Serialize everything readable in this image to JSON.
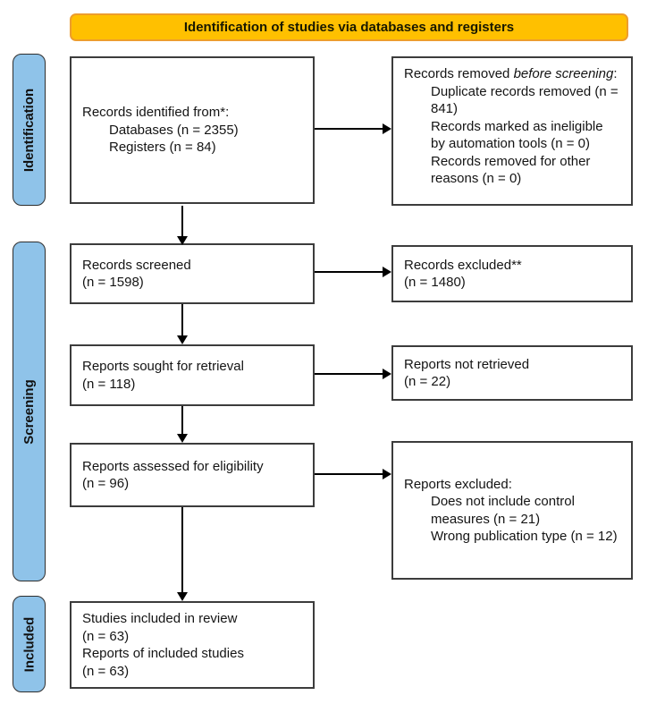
{
  "banner": {
    "label": "Identification of studies via databases and registers"
  },
  "sidebar": {
    "items": [
      {
        "label": "Identification"
      },
      {
        "label": "Screening"
      },
      {
        "label": "Included"
      }
    ]
  },
  "colors": {
    "banner_fill": "#FFC000",
    "banner_border": "#ED9D2D",
    "sidebar_fill": "#8FC3E9",
    "sidebar_border": "#2E2E2E",
    "box_border": "#3C3C3C",
    "arrow_color": "#000000",
    "text_color": "#141414"
  },
  "boxes": {
    "identified": {
      "lines": [
        {
          "indent": 0,
          "segments": [
            {
              "text": "Records identified from*:"
            }
          ]
        },
        {
          "indent": 1,
          "segments": [
            {
              "text": "Databases (n = 2355)"
            }
          ]
        },
        {
          "indent": 1,
          "segments": [
            {
              "text": "Registers (n = 84)"
            }
          ]
        }
      ]
    },
    "removed": {
      "lines": [
        {
          "indent": 0,
          "segments": [
            {
              "text": "Records removed "
            },
            {
              "text": "before screening",
              "italic": true
            },
            {
              "text": ":"
            }
          ]
        },
        {
          "indent": 1,
          "segments": [
            {
              "text": "Duplicate records removed (n = 841)"
            }
          ]
        },
        {
          "indent": 1,
          "segments": [
            {
              "text": "Records marked as ineligible by automation tools (n = 0)"
            }
          ]
        },
        {
          "indent": 1,
          "segments": [
            {
              "text": "Records removed for other reasons (n = 0)"
            }
          ]
        }
      ]
    },
    "screened": {
      "lines": [
        {
          "indent": 0,
          "segments": [
            {
              "text": "Records screened"
            }
          ]
        },
        {
          "indent": 0,
          "segments": [
            {
              "text": "(n = 1598)"
            }
          ]
        }
      ]
    },
    "excluded": {
      "lines": [
        {
          "indent": 0,
          "segments": [
            {
              "text": "Records excluded**"
            }
          ]
        },
        {
          "indent": 0,
          "segments": [
            {
              "text": "(n = 1480)"
            }
          ]
        }
      ]
    },
    "sought": {
      "lines": [
        {
          "indent": 0,
          "segments": [
            {
              "text": "Reports sought for retrieval"
            }
          ]
        },
        {
          "indent": 0,
          "segments": [
            {
              "text": "(n = 118)"
            }
          ]
        }
      ]
    },
    "not_retrieved": {
      "lines": [
        {
          "indent": 0,
          "segments": [
            {
              "text": "Reports not retrieved"
            }
          ]
        },
        {
          "indent": 0,
          "segments": [
            {
              "text": "(n = 22)"
            }
          ]
        }
      ]
    },
    "assessed": {
      "lines": [
        {
          "indent": 0,
          "segments": [
            {
              "text": "Reports assessed for eligibility"
            }
          ]
        },
        {
          "indent": 0,
          "segments": [
            {
              "text": "(n = 96)"
            }
          ]
        }
      ]
    },
    "reports_excluded": {
      "lines": [
        {
          "indent": 0,
          "segments": [
            {
              "text": "Reports excluded:"
            }
          ]
        },
        {
          "indent": 1,
          "segments": [
            {
              "text": "Does not include control measures (n = 21)"
            }
          ]
        },
        {
          "indent": 1,
          "segments": [
            {
              "text": "Wrong publication type (n = 12)"
            }
          ]
        }
      ]
    },
    "included": {
      "lines": [
        {
          "indent": 0,
          "segments": [
            {
              "text": "Studies included in review"
            }
          ]
        },
        {
          "indent": 0,
          "segments": [
            {
              "text": "(n = 63)"
            }
          ]
        },
        {
          "indent": 0,
          "segments": [
            {
              "text": "Reports of included studies"
            }
          ]
        },
        {
          "indent": 0,
          "segments": [
            {
              "text": "(n = 63)"
            }
          ]
        }
      ]
    }
  }
}
